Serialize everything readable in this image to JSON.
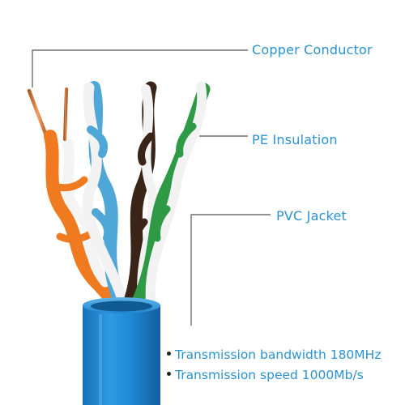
{
  "labels": {
    "copper_conductor": "Copper Conductor",
    "pe_insulation": "PE Insulation",
    "pvc_jacket": "PVC Jacket"
  },
  "specs": [
    "Transmission bandwidth 180MHz",
    "Transmission speed 1000Mb/s"
  ],
  "colors": {
    "label_text": "#2a93cf",
    "leader_line": "#6e6e6e",
    "jacket": "#1f8ad6",
    "copper": "#d9823c",
    "orange_wire": "#f07a1f",
    "blue_wire": "#4ea7d6",
    "brown_wire": "#3a2418",
    "green_wire": "#2f9a45",
    "white_wire": "#f2f2f2"
  }
}
